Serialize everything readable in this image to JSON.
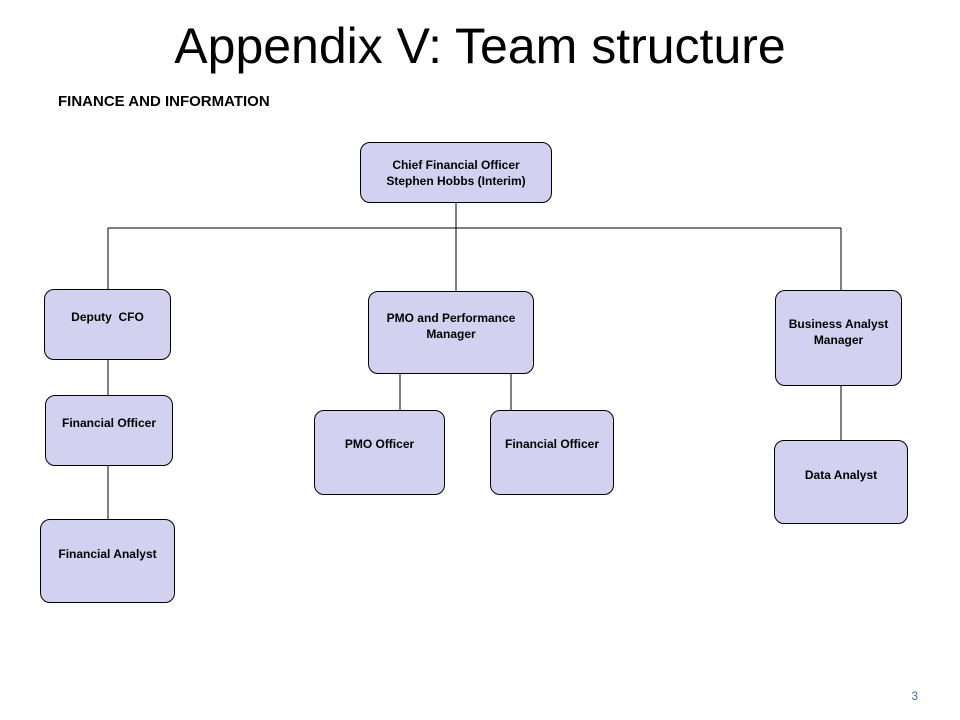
{
  "slide": {
    "title": "Appendix V: Team structure",
    "section": "FINANCE AND INFORMATION",
    "page_number": "3"
  },
  "org_chart": {
    "cfo": {
      "line1": "Chief Financial Officer",
      "line2": "Stephen Hobbs (Interim)"
    },
    "deputy_cfo": {
      "line1": "Deputy  CFO"
    },
    "deputy_financial_officer": {
      "line1": "Financial Officer"
    },
    "financial_analyst": {
      "line1": "Financial Analyst"
    },
    "pmo_manager": {
      "line1": "PMO and Performance",
      "line2": "Manager"
    },
    "pmo_officer": {
      "line1": "PMO Officer"
    },
    "pmo_financial_officer": {
      "line1": "Financial Officer"
    },
    "business_analyst_manager": {
      "line1": "Business Analyst",
      "line2": "Manager"
    },
    "data_analyst": {
      "line1": "Data Analyst"
    }
  },
  "colors": {
    "box_fill": "#d2d2f0",
    "box_border": "#000000",
    "page_number": "#4a6fa5"
  }
}
